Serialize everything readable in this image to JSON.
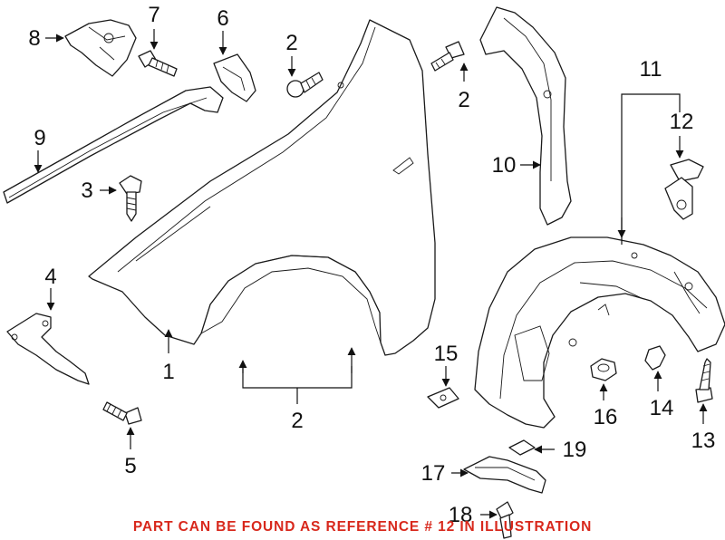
{
  "callouts": [
    "1",
    "2",
    "3",
    "4",
    "5",
    "6",
    "7",
    "8",
    "9",
    "10",
    "11",
    "12",
    "13",
    "14",
    "15",
    "16",
    "17",
    "18",
    "19"
  ],
  "caption": {
    "text": "PART CAN BE FOUND AS REFERENCE # 12 IN ILLUSTRATION",
    "color": "#d8281c"
  },
  "line_color": "#111111"
}
